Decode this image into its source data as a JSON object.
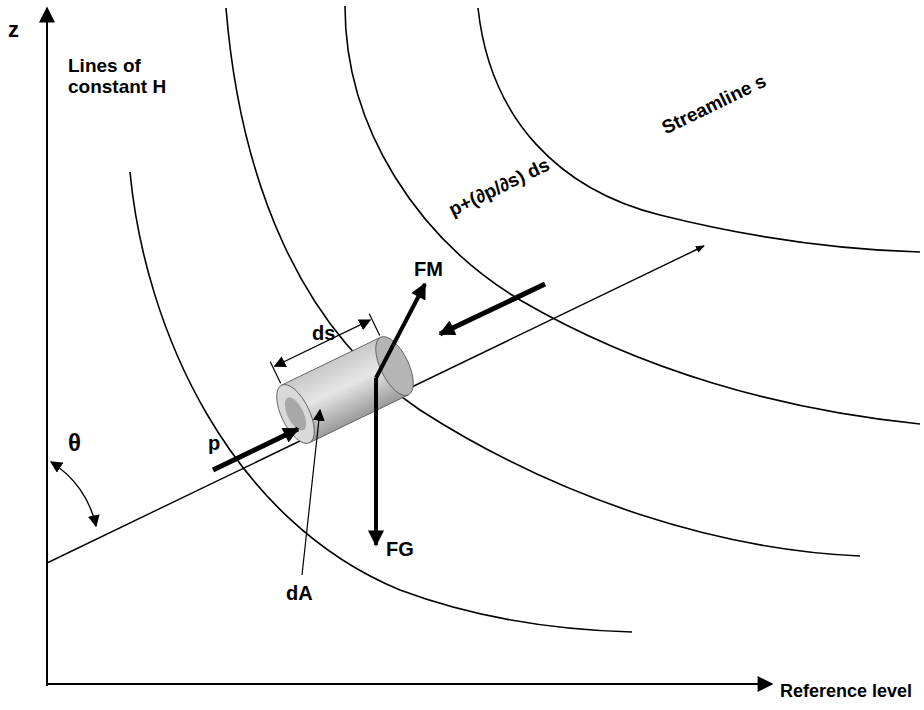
{
  "diagram": {
    "labels": [
      "z",
      "Lines of constant H",
      "Streamline s",
      "ds",
      "FM",
      "p+(∂p/∂s) ds",
      "p",
      "θ",
      "dA",
      "FG",
      "Reference level"
    ]
  }
}
